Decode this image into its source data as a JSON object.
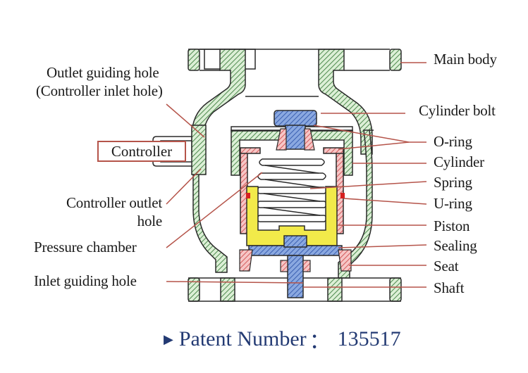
{
  "diagram": {
    "title": "Valve cross-section",
    "labels_left": {
      "outlet_guiding_hole": "Outlet guiding hole",
      "controller_inlet_hole": "(Controller inlet hole)",
      "controller": "Controller",
      "controller_outlet_hole_line1": "Controller outlet",
      "controller_outlet_hole_line2": "hole",
      "pressure_chamber": "Pressure chamber",
      "inlet_guiding_hole": "Inlet guiding hole"
    },
    "labels_right": {
      "main_body": "Main body",
      "cylinder_bolt": "Cylinder bolt",
      "o_ring": "O-ring",
      "cylinder": "Cylinder",
      "spring": "Spring",
      "u_ring": "U-ring",
      "piston": "Piston",
      "sealing": "Sealing",
      "seat": "Seat",
      "shaft": "Shaft"
    },
    "colors": {
      "body_hatch": "#4e8a4e",
      "body_fill": "#cfe6c8",
      "bolt_shaft": "#4a72c4",
      "seal_parts": "#e98a8a",
      "piston": "#f2ea4a",
      "leader_line": "#b5544a",
      "outline": "#2a2a2a"
    }
  },
  "patent": {
    "marker_icon": "triangle-right-icon",
    "label": "Patent Number",
    "separator": "：",
    "number": "135517",
    "color": "#233a73"
  }
}
